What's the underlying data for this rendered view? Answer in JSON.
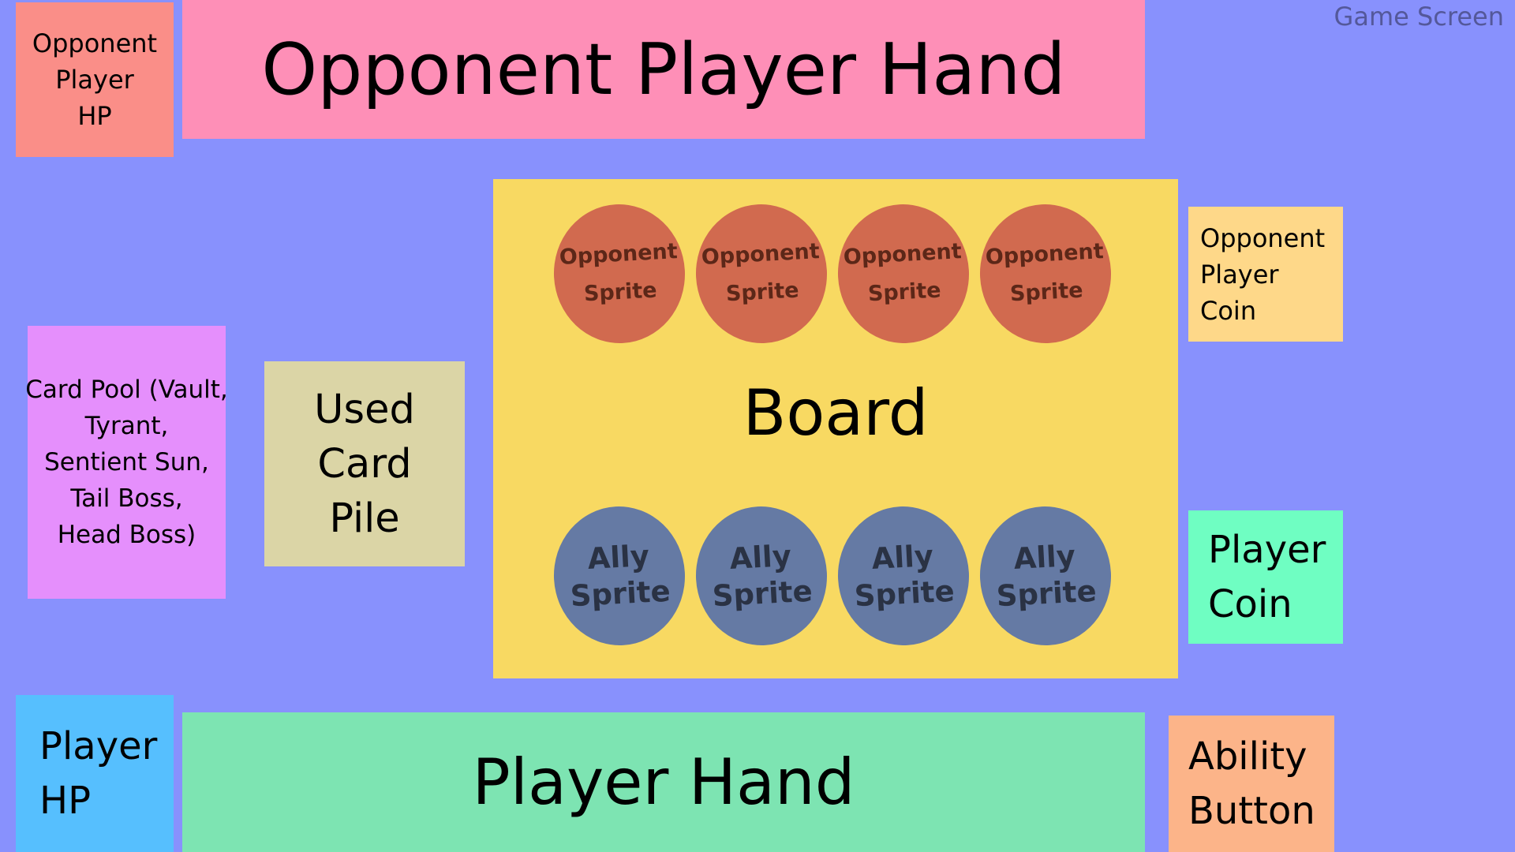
{
  "screen": {
    "title": "Game Screen"
  },
  "opponent": {
    "hp_label": "Opponent\nPlayer\nHP",
    "hand_label": "Opponent Player Hand",
    "coin_label": "Opponent\nPlayer\nCoin"
  },
  "card_pool": {
    "label": "Card Pool (Vault,\nTyrant,\nSentient Sun,\nTail Boss,\nHead Boss)"
  },
  "used_pile": {
    "label": "Used\nCard\nPile"
  },
  "board": {
    "label": "Board",
    "opponent_sprites": [
      "Opponent\nSprite",
      "Opponent\nSprite",
      "Opponent\nSprite",
      "Opponent\nSprite"
    ],
    "ally_sprites": [
      "Ally\nSprite",
      "Ally\nSprite",
      "Ally\nSprite",
      "Ally\nSprite"
    ]
  },
  "player": {
    "hp_label": "Player\nHP",
    "hand_label": "Player Hand",
    "coin_label": "Player\nCoin",
    "ability_button_label": "Ability\nButton"
  },
  "colors": {
    "background": "#8891fd",
    "opponent_hp": "#fa8e88",
    "opponent_hand": "#fe8fb7",
    "card_pool": "#e58ffc",
    "used_pile": "#dbd5a6",
    "board": "#f8d962",
    "opponent_sprite": "#d16a4f",
    "ally_sprite": "#657aa4",
    "opponent_coin": "#fed889",
    "player_coin": "#6ffec2",
    "player_hp": "#56bffe",
    "player_hand": "#7de4b2",
    "ability_button": "#fcb489"
  }
}
